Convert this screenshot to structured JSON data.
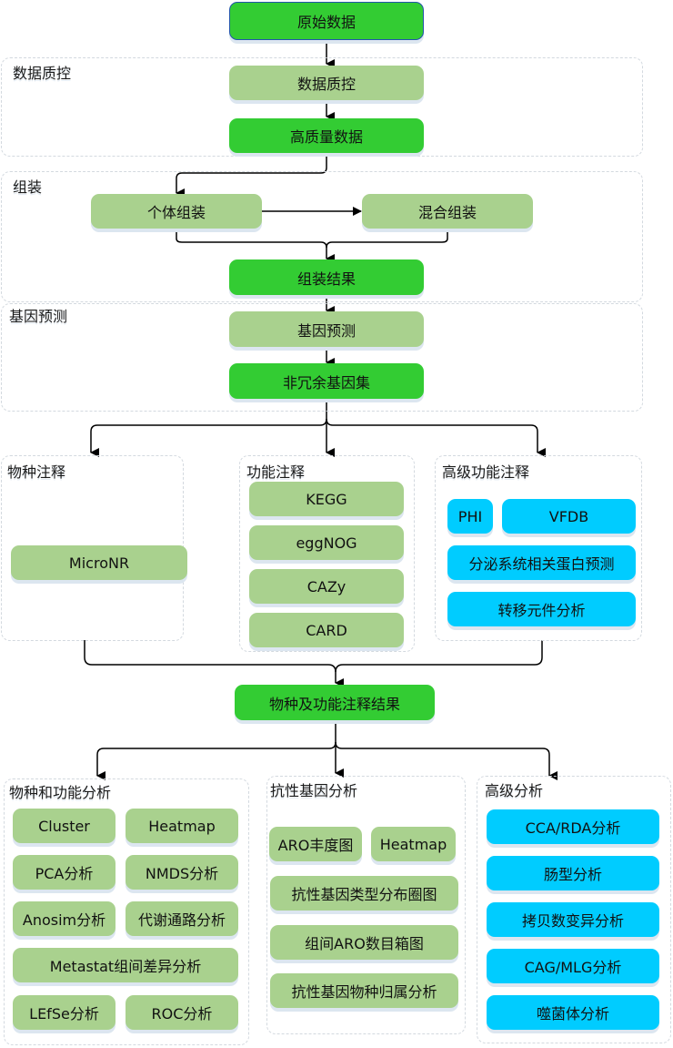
{
  "colors": {
    "primary_green": "#33cc33",
    "light_green": "#a9d18e",
    "cyan": "#00ccff",
    "group_border": "#d3d9df",
    "arrow": "#000000"
  },
  "start_node": "原始数据",
  "groups": {
    "qc": {
      "label": "数据质控",
      "nodes": [
        "数据质控",
        "高质量数据"
      ]
    },
    "assembly": {
      "label": "组装",
      "individual": "个体组装",
      "mixed": "混合组装",
      "result": "组装结果"
    },
    "gene_prediction": {
      "label": "基因预测",
      "nodes": [
        "基因预测",
        "非冗余基因集"
      ]
    },
    "species_annotation": {
      "label": "物种注释",
      "nodes": [
        "MicroNR"
      ]
    },
    "function_annotation": {
      "label": "功能注释",
      "nodes": [
        "KEGG",
        "eggNOG",
        "CAZy",
        "CARD"
      ]
    },
    "advanced_annotation": {
      "label": "高级功能注释",
      "nodes": [
        "PHI",
        "VFDB",
        "分泌系统相关蛋白预测",
        "转移元件分析"
      ]
    },
    "annotation_result": "物种及功能注释结果",
    "species_function_analysis": {
      "label": "物种和功能分析",
      "nodes": [
        "Cluster",
        "Heatmap",
        "PCA分析",
        "NMDS分析",
        "Anosim分析",
        "代谢通路分析",
        "Metastat组间差异分析",
        "LEfSe分析",
        "ROC分析"
      ]
    },
    "resistance_analysis": {
      "label": "抗性基因分析",
      "nodes": [
        "ARO丰度图",
        "Heatmap",
        "抗性基因类型分布圈图",
        "组间ARO数目箱图",
        "抗性基因物种归属分析"
      ]
    },
    "advanced_analysis": {
      "label": "高级分析",
      "nodes": [
        "CCA/RDA分析",
        "肠型分析",
        "拷贝数变异分析",
        "CAG/MLG分析",
        "噬菌体分析"
      ]
    }
  }
}
